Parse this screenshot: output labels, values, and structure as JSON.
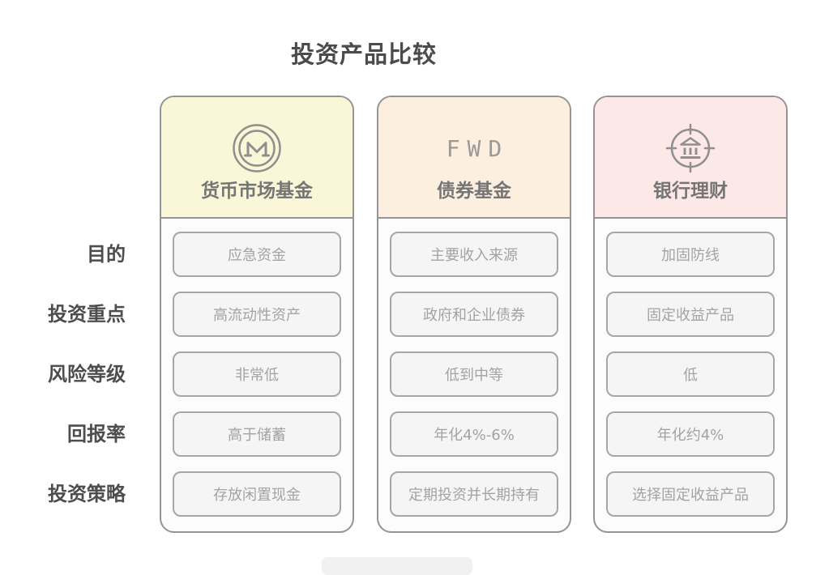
{
  "title": "投资产品比较",
  "rows": [
    {
      "label": "目的"
    },
    {
      "label": "投资重点"
    },
    {
      "label": "风险等级"
    },
    {
      "label": "回报率"
    },
    {
      "label": "投资策略"
    }
  ],
  "columns": [
    {
      "name": "货币市场基金",
      "icon": "circled-m-icon",
      "header_bg": "#faf6d8",
      "cells": [
        "应急资金",
        "高流动性资产",
        "非常低",
        "高于储蓄",
        "存放闲置现金"
      ]
    },
    {
      "name": "债券基金",
      "icon": "fwd-logo-text",
      "logo_text": "FWD",
      "header_bg": "#fcefe0",
      "cells": [
        "主要收入来源",
        "政府和企业债券",
        "低到中等",
        "年化4%-6%",
        "定期投资并长期持有"
      ]
    },
    {
      "name": "银行理财",
      "icon": "bank-target-icon",
      "header_bg": "#fce8e7",
      "cells": [
        "加固防线",
        "固定收益产品",
        "低",
        "年化约4%",
        "选择固定收益产品"
      ]
    }
  ],
  "colors": {
    "title_text": "#4b4b4b",
    "row_label_text": "#4d4d4d",
    "product_name_text": "#757575",
    "cell_text": "#a3a3a3",
    "column_border": "#949494",
    "cell_border": "#a6a6a6",
    "cell_bg": "#f5f5f5",
    "icon_stroke": "#8f8f8f",
    "header_bg_money_market": "#faf6d8",
    "header_bg_bond": "#fcefe0",
    "header_bg_bank": "#fce8e7"
  }
}
